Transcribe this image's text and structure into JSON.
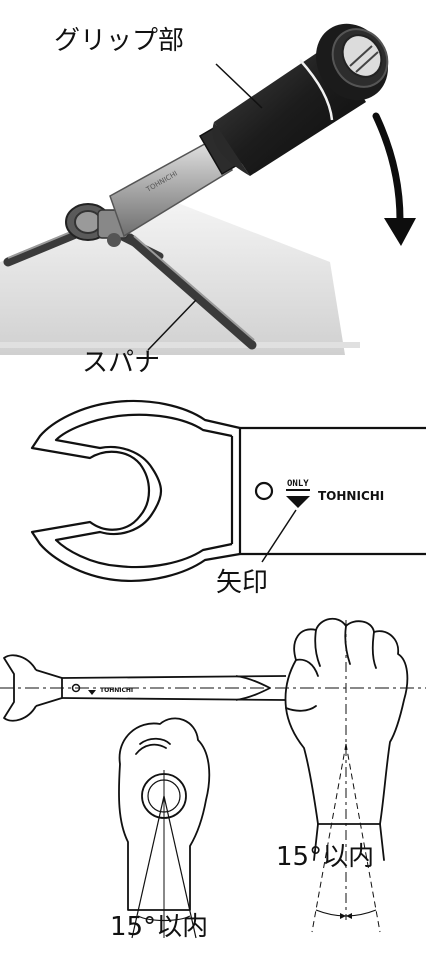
{
  "labels": {
    "grip": "グリップ部",
    "spanner": "スパナ",
    "arrow_mark": "矢印",
    "angle_right": "15°以内",
    "angle_left": "15°以内"
  },
  "wrench_markings": {
    "only": "ONLY",
    "brand": "TOHNICHI"
  },
  "photo_markings": {
    "engraving": "TOHNICHI"
  },
  "colors": {
    "ink": "#111111",
    "photo_dark": "#1f1f1f",
    "photo_metal": "#b9b9b9"
  }
}
